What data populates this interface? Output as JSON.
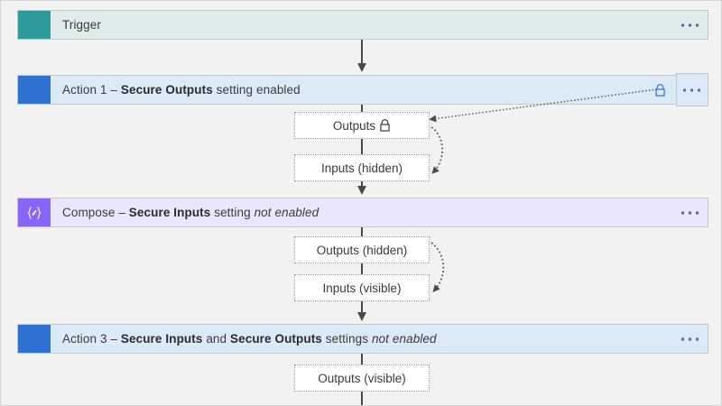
{
  "diagram": {
    "title": "Logic Apps workflow secure inputs and outputs",
    "background": "#f2f2f2",
    "rows": [
      {
        "id": "trigger",
        "name": "Trigger",
        "text_plain": "Trigger",
        "fill": "#dfeceb",
        "swatch": "#2e9a9a",
        "icon": "",
        "menu": "more-options",
        "has_lock": false
      },
      {
        "id": "action1",
        "name": "Action 1",
        "text_plain": "Action 1 -  Secure Outputs setting enabled",
        "prefix": "Action 1 – ",
        "strong": "Secure Outputs",
        "suffix": " setting enabled",
        "fill": "#dce9f7",
        "swatch": "#2f72d4",
        "icon": "",
        "menu": "more-options",
        "has_lock": true
      },
      {
        "id": "compose",
        "name": "Compose",
        "text_plain": "Compose -  Secure Inputs setting not enabled",
        "prefix": "Compose – ",
        "strong": "Secure Inputs",
        "suffix": " setting ",
        "emphasis": "not enabled",
        "fill": "#eae6fd",
        "swatch": "#8965f7",
        "icon": "{ }",
        "menu": "more-options",
        "has_lock": false
      },
      {
        "id": "action3",
        "name": "Action 3",
        "text_plain": "Action 3 -  Secure Inputs and Secure Outputs settings not enabled",
        "prefix": "Action 3 – ",
        "strong": "Secure Inputs",
        "middle": " and ",
        "strong2": "Secure Outputs",
        "suffix": " settings ",
        "emphasis": "not enabled",
        "fill": "#dce9f7",
        "swatch": "#2f72d4",
        "icon": "",
        "menu": "more-options",
        "has_lock": false
      }
    ],
    "data_boxes": [
      {
        "id": "outputs-1",
        "label": "Outputs",
        "lock": true,
        "state": "secured"
      },
      {
        "id": "inputs-1",
        "label": "Inputs (hidden)",
        "lock": false,
        "state": "hidden"
      },
      {
        "id": "outputs-2",
        "label": "Outputs (hidden)",
        "lock": false,
        "state": "hidden"
      },
      {
        "id": "inputs-2",
        "label": "Inputs (visible)",
        "lock": false,
        "state": "visible"
      },
      {
        "id": "outputs-3",
        "label": "Outputs (visible)",
        "lock": false,
        "state": "visible"
      }
    ],
    "colors": {
      "canvas": "#f2f2f2",
      "trigger_fill": "#dfeceb",
      "trigger_swatch": "#2e9a9a",
      "action_fill": "#dce9f7",
      "action_swatch": "#2f72d4",
      "compose_fill": "#eae6fd",
      "compose_swatch": "#8965f7",
      "menu_dot": "#4a6fae",
      "lock_blue": "#2f72d4",
      "connector": "#4a4a4a",
      "box_border": "#9a9a9a"
    },
    "connectors": [
      {
        "id": "trigger-to-action1",
        "type": "solid-arrow-down"
      },
      {
        "id": "outputs1-to-inputs1",
        "type": "solid-line"
      },
      {
        "id": "inputs1-to-compose",
        "type": "solid-arrow-down"
      },
      {
        "id": "compose-to-outputs2",
        "type": "solid-line"
      },
      {
        "id": "outputs2-to-inputs2",
        "type": "solid-line"
      },
      {
        "id": "inputs2-to-action3",
        "type": "solid-arrow-down"
      },
      {
        "id": "action3-to-outputs3",
        "type": "solid-line"
      },
      {
        "id": "lock-to-outputs1",
        "type": "dotted-arrow"
      },
      {
        "id": "outputs1-to-inputs1-curve",
        "type": "dotted-curve-arrow"
      },
      {
        "id": "outputs2-to-inputs2-curve",
        "type": "dotted-curve-arrow"
      }
    ]
  }
}
